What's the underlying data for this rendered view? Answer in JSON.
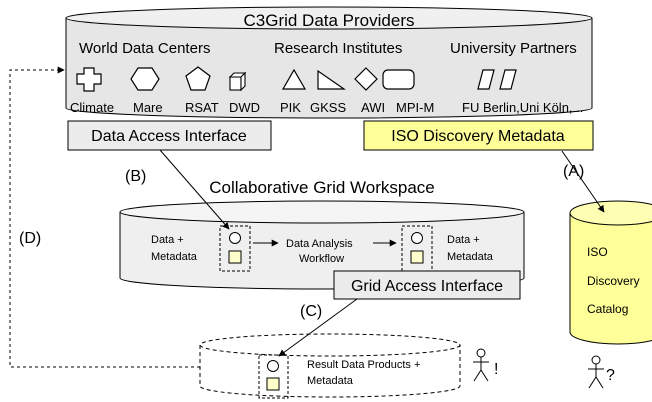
{
  "providers": {
    "title": "C3Grid Data Providers",
    "groups": [
      "World Data Centers",
      "Research Institutes",
      "University Partners"
    ],
    "labels": [
      "Climate",
      "Mare",
      "RSAT",
      "DWD",
      "PIK",
      "GKSS",
      "AWI",
      "MPI-M",
      "FU Berlin,Uni Köln, .."
    ]
  },
  "interfaces": {
    "data_access": "Data Access Interface",
    "iso_metadata": "ISO Discovery Metadata",
    "grid_access": "Grid Access Interface"
  },
  "workspace": {
    "title": "Collaborative Grid Workspace",
    "left_line1": "Data +",
    "left_line2": "Metadata",
    "workflow_line1": "Data Analysis",
    "workflow_line2": "Workflow",
    "right_line1": "Data +",
    "right_line2": "Metadata"
  },
  "results": {
    "line1": "Result Data Products +",
    "line2": "Metadata",
    "exclaim": "!"
  },
  "catalog": {
    "line1": "ISO",
    "line2": "Discovery",
    "line3": "Catalog",
    "question": "?"
  },
  "steps": [
    "(A)",
    "(B)",
    "(C)",
    "(D)"
  ],
  "colors": {
    "provider_fill": "#e6e6e6",
    "interface_fill": "#ececec",
    "iso_fill": "#ffff99",
    "catalog_fill": "#ffff99",
    "square_fill": "#ffffcc"
  }
}
